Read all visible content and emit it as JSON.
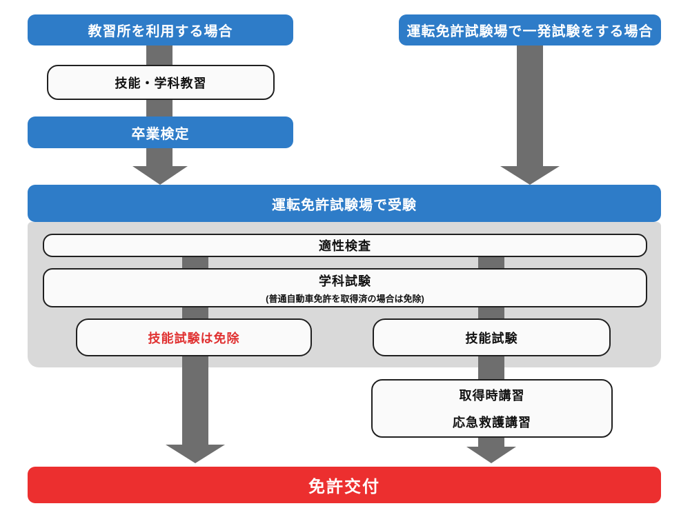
{
  "palette": {
    "blue": "#2E7CC8",
    "red_bar": "#EC2F2F",
    "red_text": "#E03131",
    "arrow_gray": "#6E6E6E",
    "container_gray": "#D9D9D9",
    "box_bg": "#FAFAFA",
    "box_border": "#1F1F1F"
  },
  "flowchart": {
    "left_branch": {
      "header": "教習所を利用する場合",
      "steps": [
        "技能・学科教習",
        "卒業検定"
      ]
    },
    "right_branch": {
      "header": "運転免許試験場で一発試験をする場合"
    },
    "exam_section": {
      "header": "運転免許試験場で受験",
      "step1": "適性検査",
      "step2": "学科試験",
      "step2_note": "(普通自動車免許を取得済の場合は免除)",
      "left_result": "技能試験は免除",
      "right_result": "技能試験"
    },
    "training": {
      "line1": "取得時講習",
      "line2": "応急救護講習"
    },
    "final": "免許交付"
  }
}
